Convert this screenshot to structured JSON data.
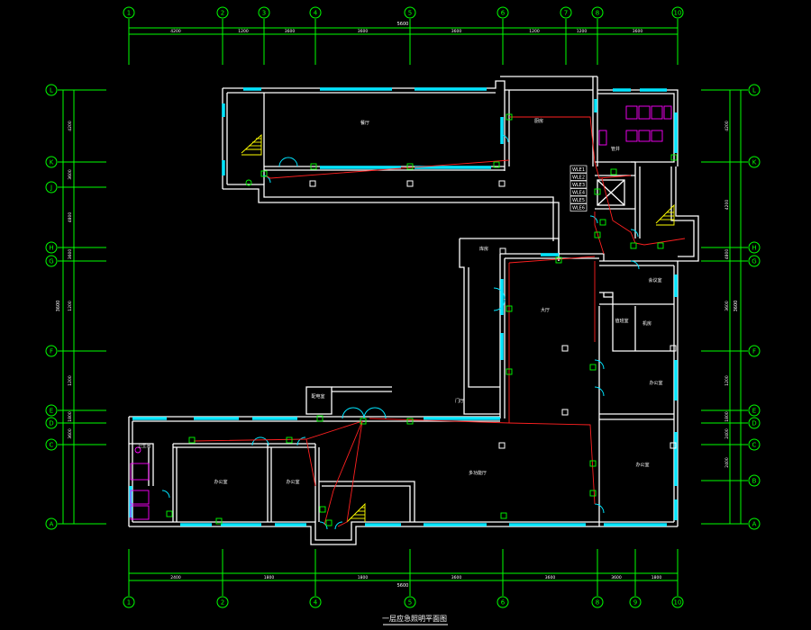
{
  "drawing": {
    "title": "一层应急照明平面图",
    "colors": {
      "background": "#000000",
      "grid_line": "#00ff00",
      "wall": "#ffffff",
      "window": "#00e5ff",
      "circuit": "#ff2020",
      "fixture": "#00ff00",
      "sanitary": "#ff00ff",
      "stair": "#ffff00"
    }
  },
  "grid": {
    "columns_top": [
      "1",
      "2",
      "3",
      "4",
      "5",
      "6",
      "7",
      "8",
      "10"
    ],
    "columns_bottom": [
      "1",
      "2",
      "4",
      "5",
      "6",
      "8",
      "9",
      "10"
    ],
    "rows_left": [
      "L",
      "K",
      "J",
      "H",
      "G",
      "F",
      "E",
      "D",
      "C",
      "A"
    ],
    "rows_right": [
      "L",
      "K",
      "H",
      "G",
      "F",
      "E",
      "D",
      "C",
      "B",
      "A"
    ]
  },
  "dimensions": {
    "top_total": "5600",
    "top_segments": [
      "4200",
      "1200",
      "3600",
      "3600",
      "3600",
      "1200",
      "1200",
      "3600",
      "1200"
    ],
    "bottom_total": "5600",
    "bottom_segments": [
      "2400",
      "1800",
      "1800",
      "3600",
      "3600",
      "3600",
      "1800",
      "1800"
    ],
    "left_total": "3600",
    "left_segments": [
      "4200",
      "3600",
      "4800",
      "3600",
      "1200",
      "1200",
      "1800",
      "3600"
    ],
    "right_total": "3600",
    "right_segments": [
      "4200",
      "4200",
      "4800",
      "3600",
      "1200",
      "1800",
      "2400",
      "2400"
    ]
  },
  "rooms": [
    {
      "label": "餐厅"
    },
    {
      "label": "厨房"
    },
    {
      "label": "大厅"
    },
    {
      "label": "门厅"
    },
    {
      "label": "库房"
    },
    {
      "label": "办公室"
    },
    {
      "label": "办公室"
    },
    {
      "label": "办公室"
    },
    {
      "label": "办公室"
    },
    {
      "label": "值班室"
    },
    {
      "label": "多功能厅"
    },
    {
      "label": "会议室"
    },
    {
      "label": "机房"
    },
    {
      "label": "配电室"
    },
    {
      "label": "管井"
    },
    {
      "label": "卫生间"
    }
  ],
  "panel_labels": [
    "WLE1",
    "WLE2",
    "WLE3",
    "WLE4",
    "WLE5",
    "WLE6"
  ]
}
